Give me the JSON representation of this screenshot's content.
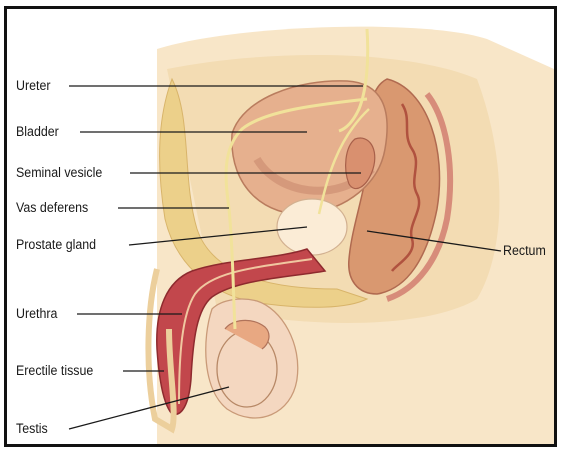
{
  "labels": {
    "ureter": "Ureter",
    "bladder": "Bladder",
    "seminal_vesicle": "Seminal vesicle",
    "vas_deferens": "Vas deferens",
    "prostate_gland": "Prostate gland",
    "urethra": "Urethra",
    "erectile_tissue": "Erectile tissue",
    "testis": "Testis",
    "rectum": "Rectum"
  },
  "colors": {
    "skin": "#f6dfb8",
    "pelvic_tissue": "#ecd08a",
    "bladder": "#e6b08e",
    "bladder_dark": "#c98a6e",
    "prostate": "#fbecd6",
    "erectile": "#c2474c",
    "rectum": "#d99870",
    "testis": "#f4d7c0",
    "vessel": "#f1e29a"
  }
}
